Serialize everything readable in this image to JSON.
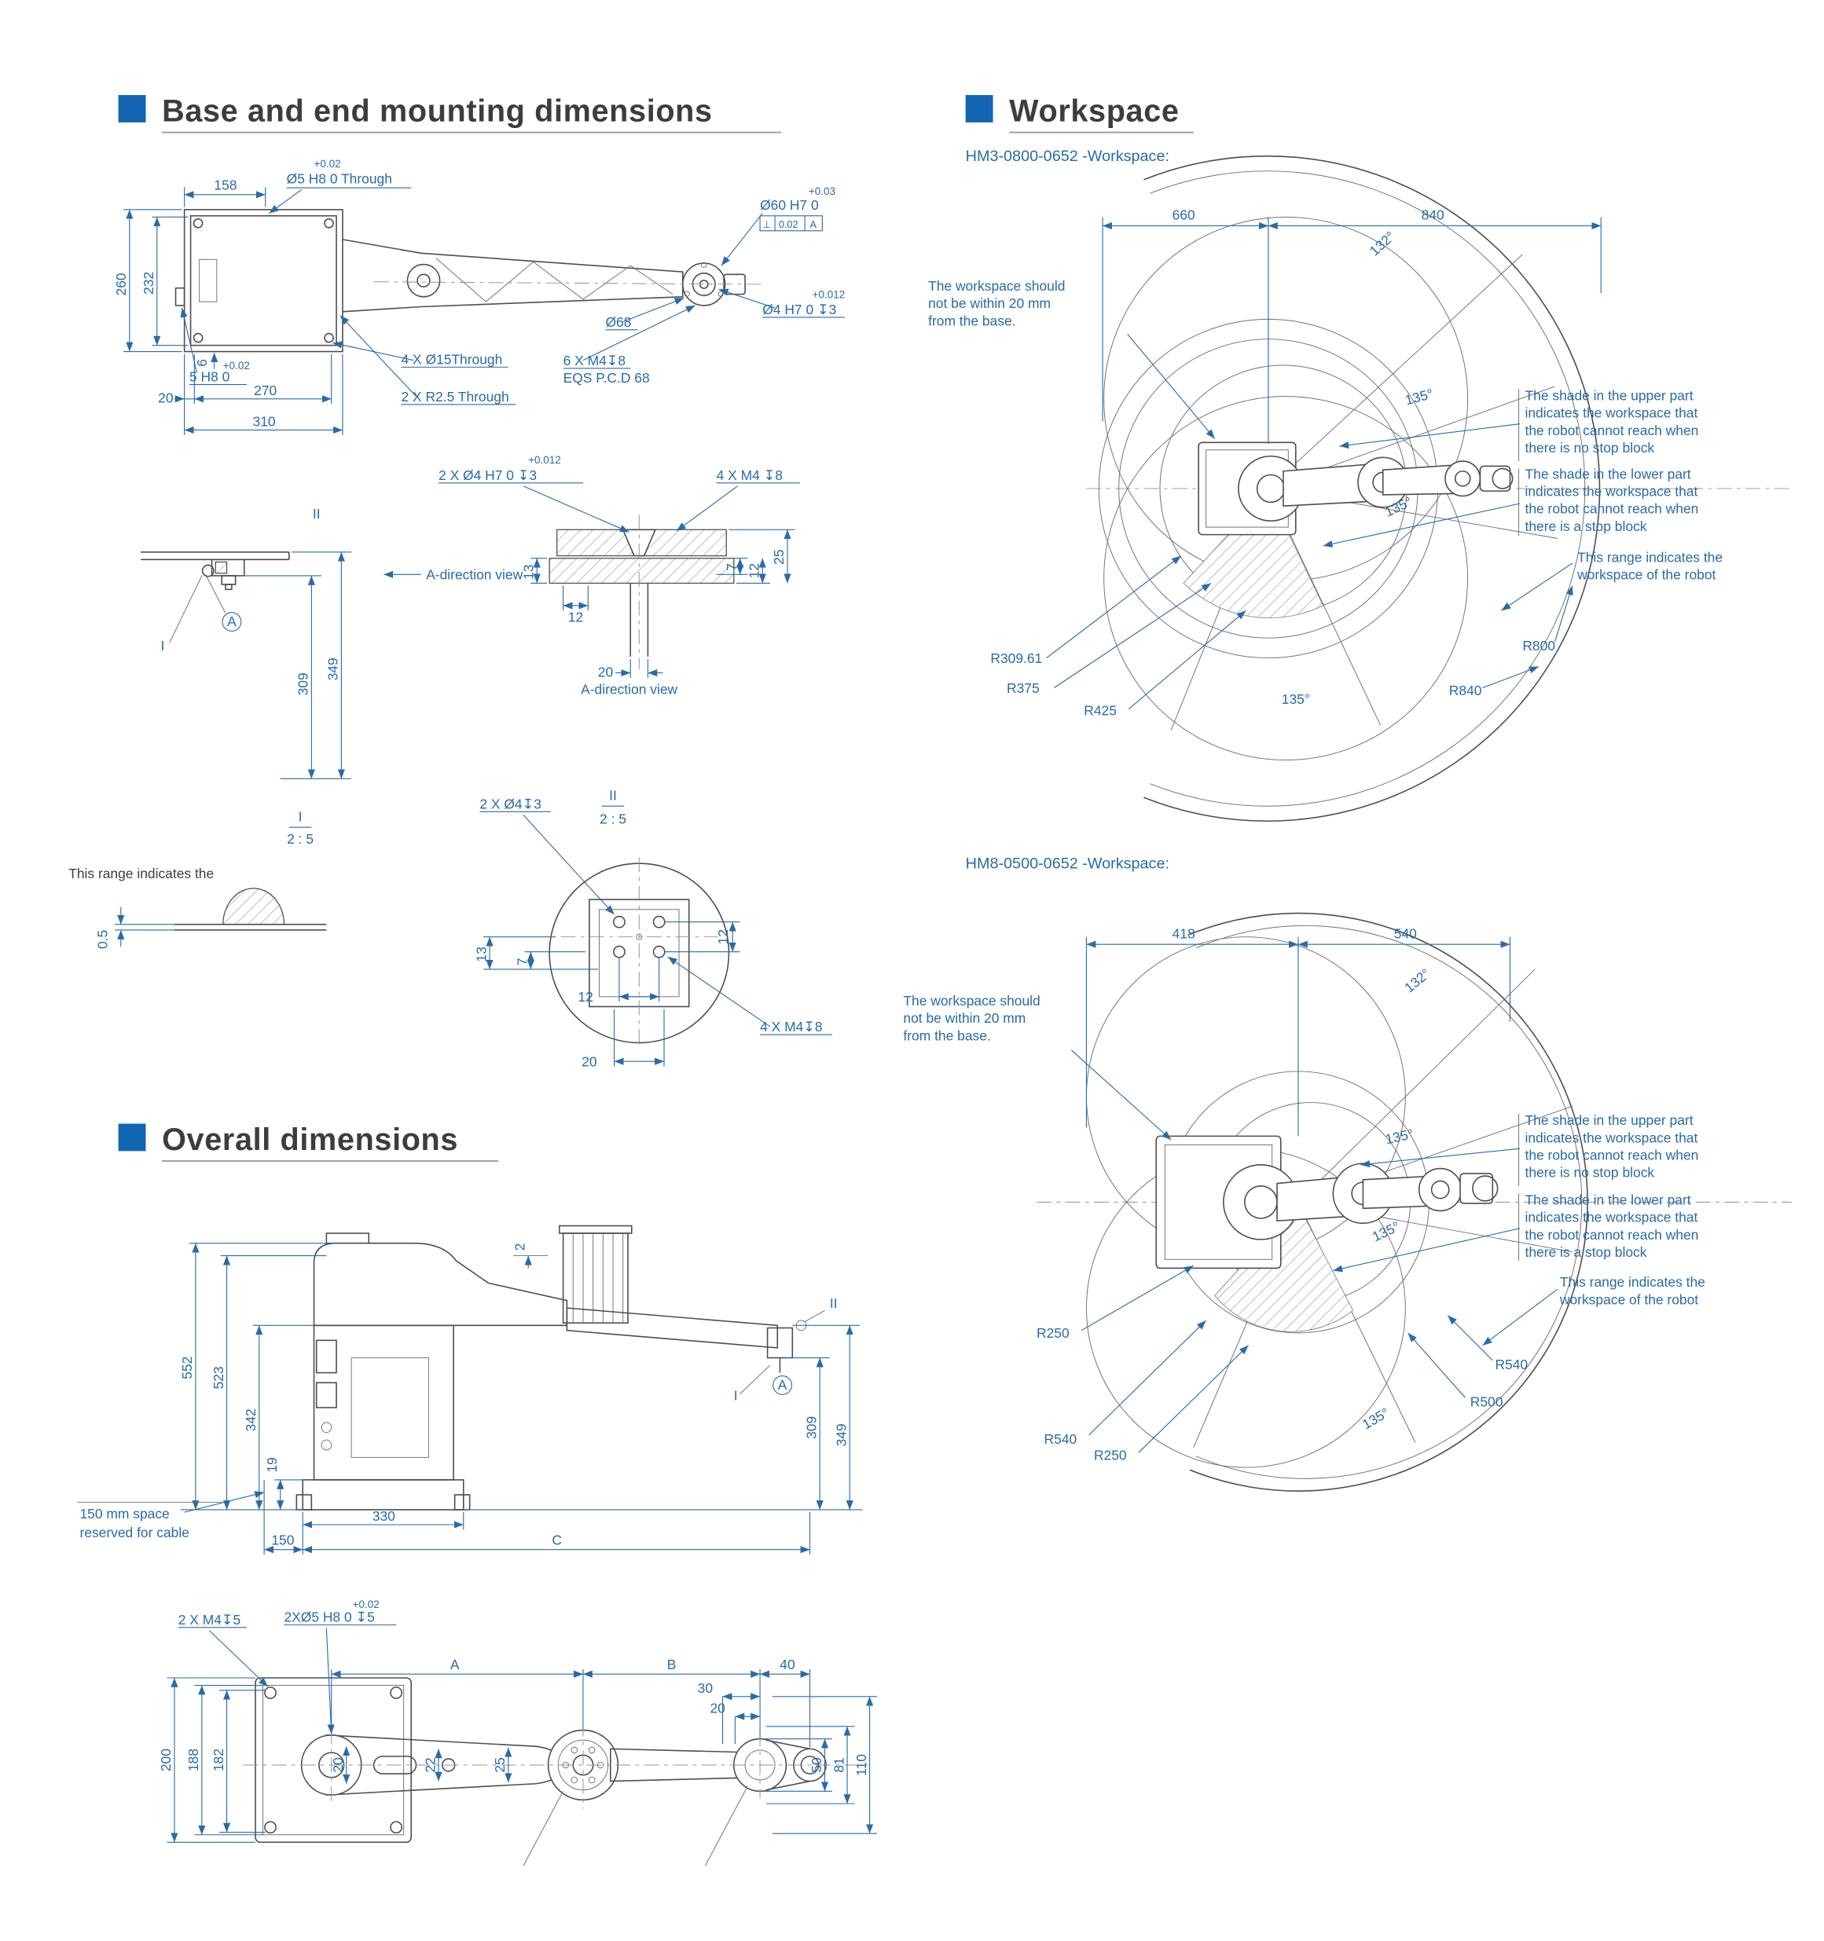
{
  "meta": {
    "accent": "#1265b0",
    "dim_color": "#2a6aa8",
    "line_color": "#4d4d4d",
    "title_color": "#3d3d3d",
    "bg": "#ffffff"
  },
  "titles": {
    "base": "Base and end mounting dimensions",
    "workspace": "Workspace",
    "overall": "Overall dimensions"
  },
  "base_top": {
    "d158": "158",
    "d260": "260",
    "d232": "232",
    "tol5h8_sup": "+0.02",
    "tol5h8": "Ø5 H8 0  Through",
    "tol60_sup": "+0.03",
    "tol60": "Ø60 H7 0",
    "gdt_sym": "⊥",
    "gdt_tol": "0.02",
    "gdt_datum": "A",
    "d68": "Ø68",
    "tol4h7_sup": "+0.012",
    "tol4h7": "Ø4 H7 0   ↧3",
    "holes15": "4 X Ø15Through",
    "m4x6": "6 X M4↧8",
    "eqs": "EQS P.C.D 68",
    "r25": "2 X R2.5 Through",
    "d6": "6",
    "tol5h8b_sup": "+0.02",
    "tol5h8b": "5 H8 0",
    "d20": "20",
    "d270": "270",
    "d310": "310"
  },
  "base_side": {
    "ii": "II",
    "i": "I",
    "a": "A",
    "d309": "309",
    "d349": "349"
  },
  "adir": {
    "view_label": "A-direction view",
    "tol_sup": "+0.012",
    "tol": "2 X Ø4 H7 0   ↧3",
    "m4": "4 X M4 ↧8",
    "d13": "13",
    "d12a": "12",
    "d7": "7",
    "d12b": "12",
    "d25": "25",
    "d20": "20",
    "caption": "A-direction view"
  },
  "detail1": {
    "num": "I",
    "scale": "2 : 5",
    "note": "This range indicates the",
    "d05": "0.5"
  },
  "detail2": {
    "num": "II",
    "scale": "2 : 5",
    "holes": "2 X Ø4↧3",
    "d12r": "12",
    "d13": "13",
    "d7": "7",
    "d12": "12",
    "m4": "4 X M4↧8",
    "d20": "20"
  },
  "workspace": {
    "hm3_heading": "HM3-0800-0652 -Workspace:",
    "hm8_heading": "HM8-0500-0652 -Workspace:",
    "note_base": [
      "The workspace should",
      "not be within 20 mm",
      "from the base."
    ],
    "note_upper": [
      "The shade in the upper part",
      "indicates the workspace that",
      "the robot cannot reach when",
      "there is no stop block"
    ],
    "note_lower": [
      "The shade in the lower part",
      "indicates the workspace that",
      "the robot cannot reach when",
      "there is a stop block"
    ],
    "note_range": [
      "This range indicates the",
      "workspace of the robot"
    ],
    "hm3": {
      "dim_left": "660",
      "dim_right": "840",
      "a132": "132°",
      "a135": "135°",
      "r1": "R309.61",
      "r2": "R375",
      "r3": "R425",
      "r4": "R800",
      "r5": "R840"
    },
    "hm8": {
      "dim_left": "418",
      "dim_right": "540",
      "a132": "132°",
      "a135": "135°",
      "r1": "R250",
      "r2": "R540",
      "r3": "R250",
      "r4": "R540",
      "r5": "R500"
    }
  },
  "overall_side": {
    "d552": "552",
    "d523": "523",
    "d342": "342",
    "d19": "19",
    "d2": "2",
    "ii": "II",
    "i": "I",
    "a": "A",
    "d309": "309",
    "d349": "349",
    "d330": "330",
    "d150": "150",
    "dc": "C",
    "cable1": "150 mm space",
    "cable2": "reserved for cable"
  },
  "overall_top": {
    "m4": "2 X M4↧5",
    "tol_sup": "+0.02",
    "tol": "2XØ5 H8 0  ↧5",
    "da": "A",
    "db": "B",
    "d40": "40",
    "d30": "30",
    "d20t": "20",
    "d200": "200",
    "d188": "188",
    "d182": "182",
    "d20": "20",
    "d22": "22",
    "d25": "25",
    "d50": "50",
    "d81": "81",
    "d110": "110"
  }
}
